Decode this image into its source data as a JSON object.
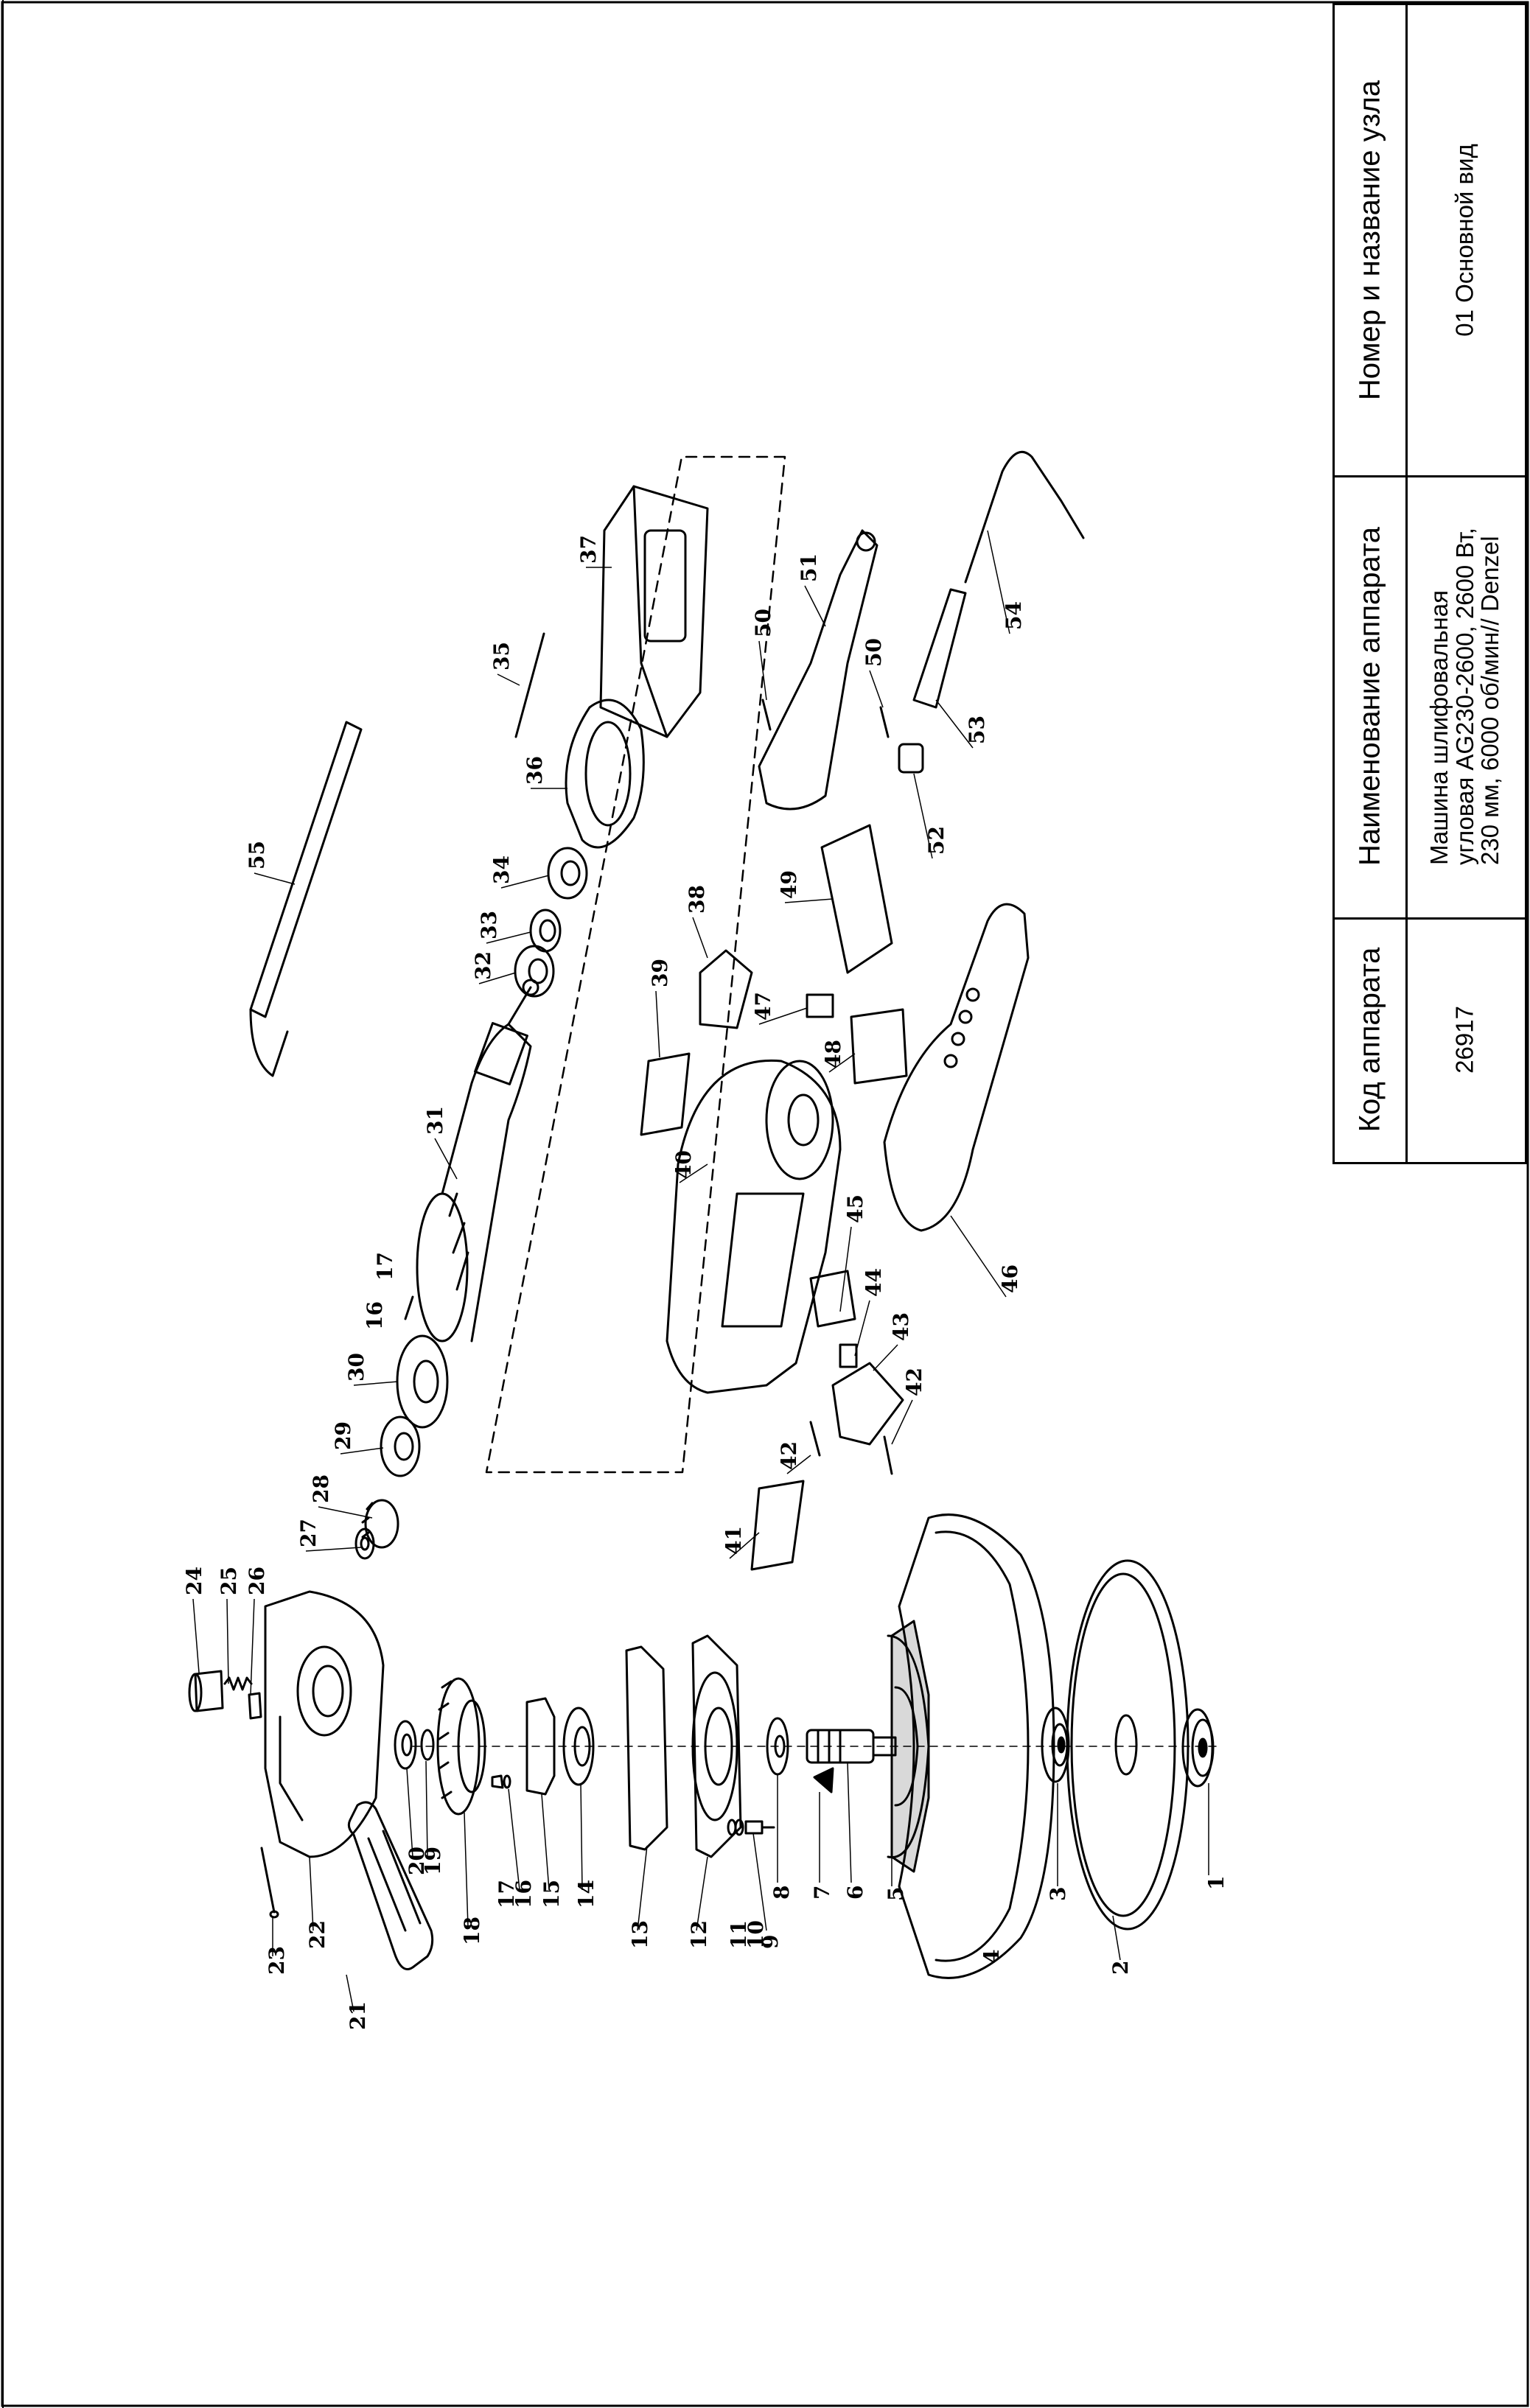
{
  "title_block": {
    "headers": {
      "node": "Номер и название узла",
      "device_name": "Наименование аппарата",
      "device_code": "Код аппарата"
    },
    "node_value": "01 Основной вид",
    "device_name_lines": [
      "Машина шлифовальная",
      "угловая AG230-2600, 2600 Вт,",
      "230 мм, 6000 об/мин// Denzel"
    ],
    "device_code_value": "26917"
  },
  "parts": [
    {
      "id": "p1",
      "label": "1"
    },
    {
      "id": "p2",
      "label": "2"
    },
    {
      "id": "p3",
      "label": "3"
    },
    {
      "id": "p4",
      "label": "4"
    },
    {
      "id": "p5",
      "label": "5"
    },
    {
      "id": "p6",
      "label": "6"
    },
    {
      "id": "p7",
      "label": "7"
    },
    {
      "id": "p8",
      "label": "8"
    },
    {
      "id": "p9",
      "label": "9"
    },
    {
      "id": "p10",
      "label": "10"
    },
    {
      "id": "p11",
      "label": "11"
    },
    {
      "id": "p12",
      "label": "12"
    },
    {
      "id": "p13",
      "label": "13"
    },
    {
      "id": "p14",
      "label": "14"
    },
    {
      "id": "p15",
      "label": "15"
    },
    {
      "id": "p16a",
      "label": "16"
    },
    {
      "id": "p17a",
      "label": "17"
    },
    {
      "id": "p18",
      "label": "18"
    },
    {
      "id": "p19",
      "label": "19"
    },
    {
      "id": "p20",
      "label": "20"
    },
    {
      "id": "p21",
      "label": "21"
    },
    {
      "id": "p22",
      "label": "22"
    },
    {
      "id": "p23",
      "label": "23"
    },
    {
      "id": "p24",
      "label": "24"
    },
    {
      "id": "p25",
      "label": "25"
    },
    {
      "id": "p26",
      "label": "26"
    },
    {
      "id": "p27",
      "label": "27"
    },
    {
      "id": "p28",
      "label": "28"
    },
    {
      "id": "p29",
      "label": "29"
    },
    {
      "id": "p30",
      "label": "30"
    },
    {
      "id": "p16b",
      "label": "16"
    },
    {
      "id": "p17b",
      "label": "17"
    },
    {
      "id": "p31",
      "label": "31"
    },
    {
      "id": "p32",
      "label": "32"
    },
    {
      "id": "p33",
      "label": "33"
    },
    {
      "id": "p34",
      "label": "34"
    },
    {
      "id": "p35",
      "label": "35"
    },
    {
      "id": "p36",
      "label": "36"
    },
    {
      "id": "p37",
      "label": "37"
    },
    {
      "id": "p38",
      "label": "38"
    },
    {
      "id": "p39",
      "label": "39"
    },
    {
      "id": "p40",
      "label": "40"
    },
    {
      "id": "p41",
      "label": "41"
    },
    {
      "id": "p42a",
      "label": "42"
    },
    {
      "id": "p42b",
      "label": "42"
    },
    {
      "id": "p43",
      "label": "43"
    },
    {
      "id": "p44",
      "label": "44"
    },
    {
      "id": "p45",
      "label": "45"
    },
    {
      "id": "p46",
      "label": "46"
    },
    {
      "id": "p47",
      "label": "47"
    },
    {
      "id": "p48",
      "label": "48"
    },
    {
      "id": "p49",
      "label": "49"
    },
    {
      "id": "p50a",
      "label": "50"
    },
    {
      "id": "p50b",
      "label": "50"
    },
    {
      "id": "p51",
      "label": "51"
    },
    {
      "id": "p52",
      "label": "52"
    },
    {
      "id": "p53",
      "label": "53"
    },
    {
      "id": "p54",
      "label": "54"
    },
    {
      "id": "p55",
      "label": "55"
    }
  ]
}
